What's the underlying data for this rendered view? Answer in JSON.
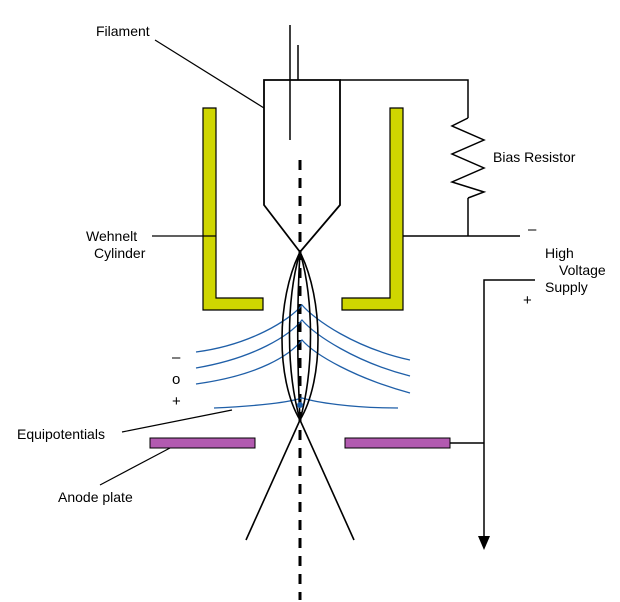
{
  "labels": {
    "filament": "Filament",
    "bias_resistor": "Bias Resistor",
    "wehnelt_line1": "Wehnelt",
    "wehnelt_line2": "Cylinder",
    "hv_line1": "High",
    "hv_line2": "Voltage",
    "hv_line3": "Supply",
    "equipotentials": "Equipotentials",
    "anode_plate": "Anode plate"
  },
  "symbols": {
    "supply_minus": "–",
    "supply_plus": "+",
    "equip_minus": "–",
    "equip_zero": "o",
    "equip_plus": "+"
  },
  "colors": {
    "wehnelt": "#cfd600",
    "anode": "#b25ab0",
    "equipotential": "#1f5fa8",
    "line": "#000000"
  }
}
